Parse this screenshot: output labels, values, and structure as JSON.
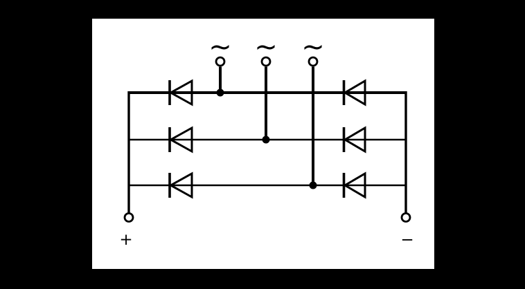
{
  "title": "Three-phase bridge rectifier schematic",
  "colors": {
    "outer_background": "#000000",
    "panel_background": "#ffffff",
    "line_color": "#000000"
  },
  "diagram": {
    "type": "three-phase-bridge-rectifier",
    "diode_count": 6,
    "ac_terminals": [
      {
        "name": "ac-phase-1",
        "label": "~"
      },
      {
        "name": "ac-phase-2",
        "label": "~"
      },
      {
        "name": "ac-phase-3",
        "label": "~"
      }
    ],
    "dc_terminals": {
      "positive_label": "+",
      "negative_label": "−"
    }
  }
}
